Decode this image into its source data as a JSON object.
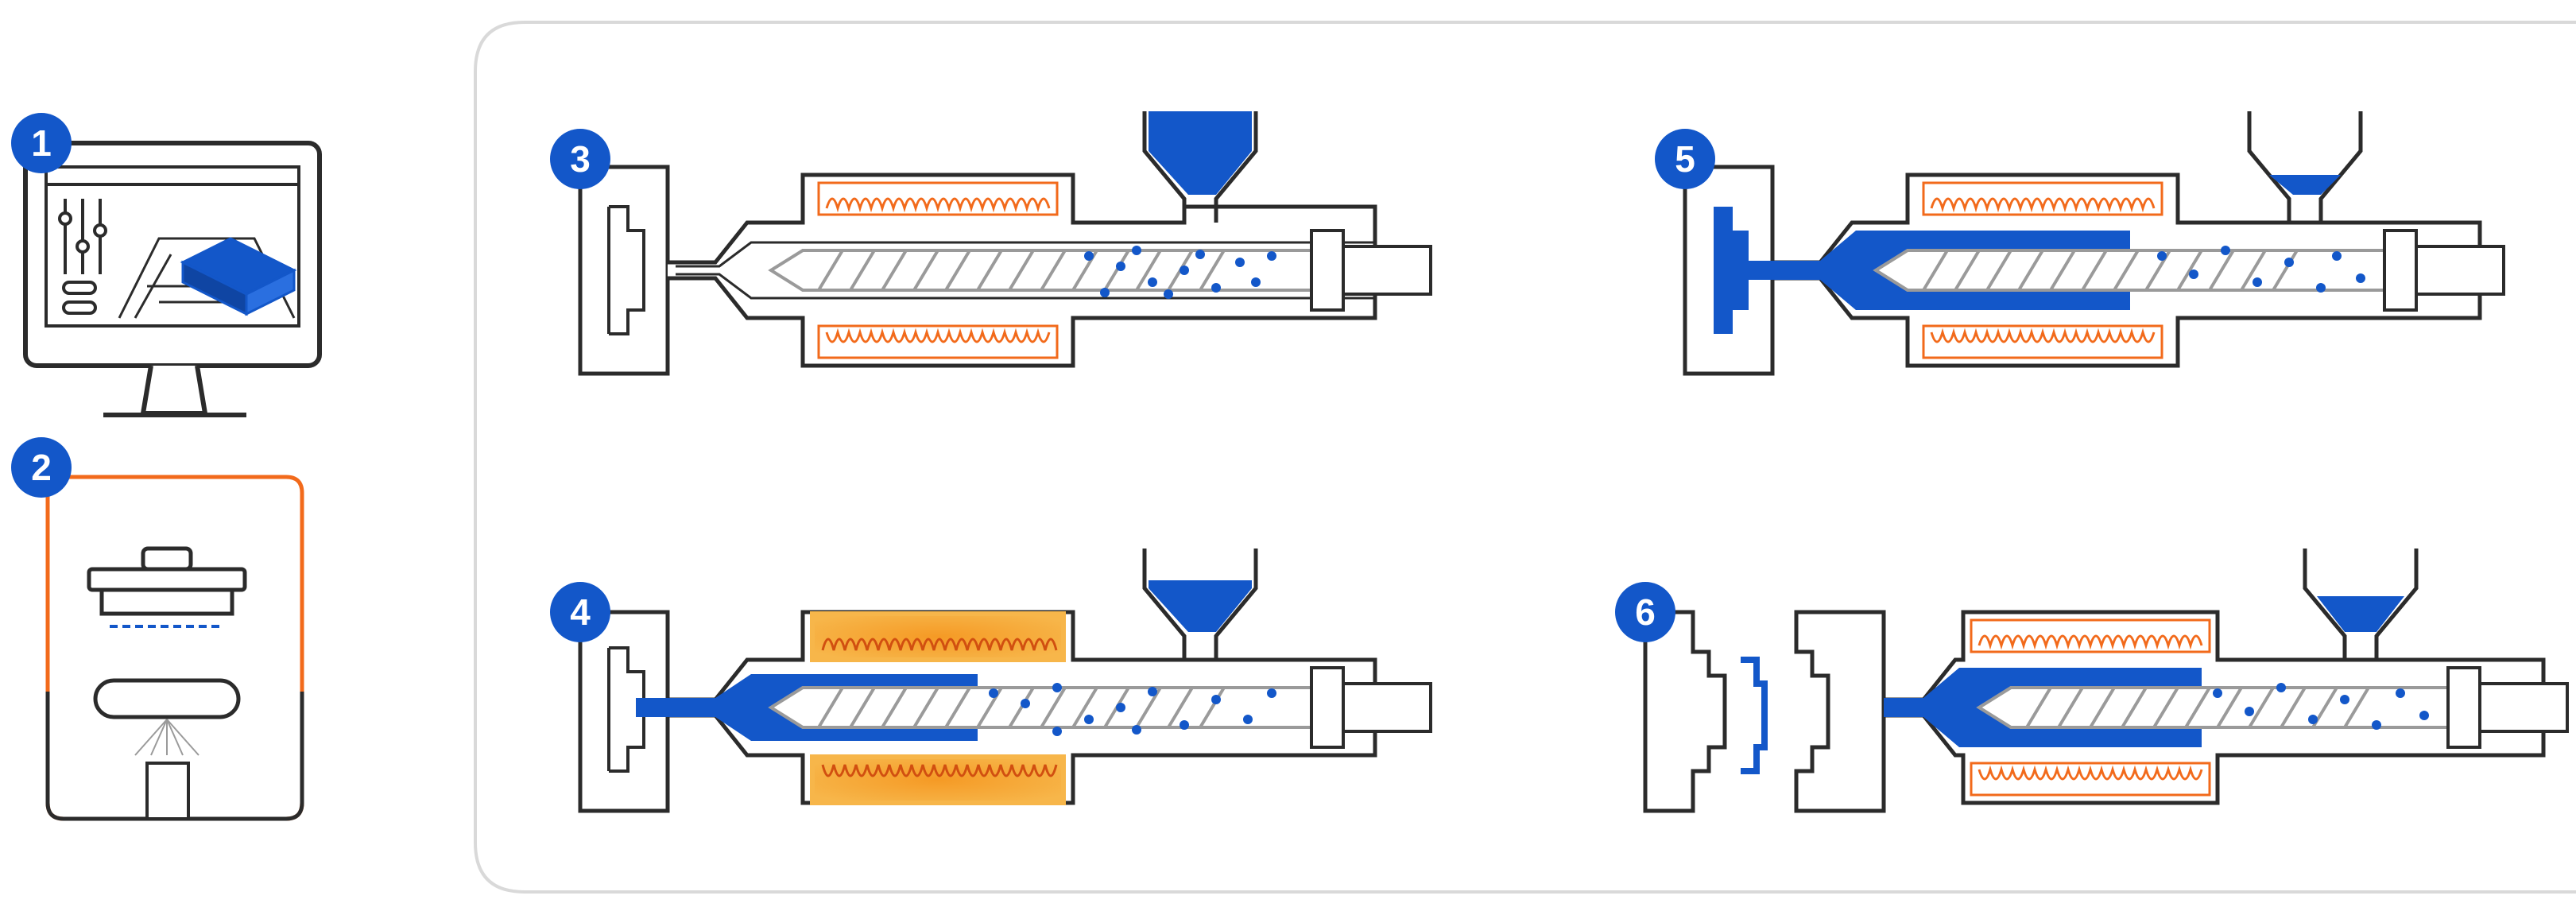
{
  "colors": {
    "outline": "#2b2b2b",
    "accent_blue": "#1357c9",
    "heater_orange": "#f26a1b",
    "heater_glow": "#f7a233",
    "panel_border": "#d9d9d9",
    "screw_gray": "#9a9a9a"
  },
  "steps": [
    {
      "number": "1",
      "scene": "computer-design"
    },
    {
      "number": "2",
      "scene": "3d-printed-mold"
    },
    {
      "number": "3",
      "scene": "pellets-loaded"
    },
    {
      "number": "4",
      "scene": "heating-melting"
    },
    {
      "number": "5",
      "scene": "injection-filling-mold"
    },
    {
      "number": "6",
      "scene": "mold-open-part-ejected"
    }
  ]
}
